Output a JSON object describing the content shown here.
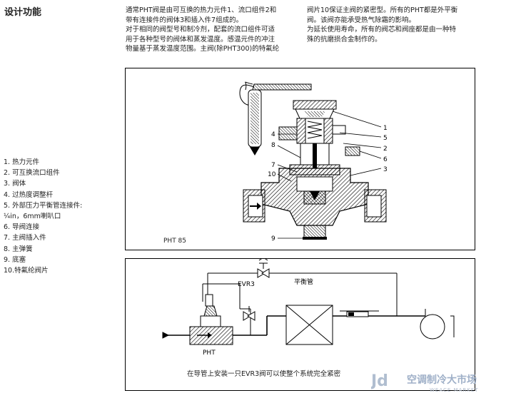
{
  "section_title": "设计功能",
  "intro_col1": [
    "通常PHT阀是由可互换的热力元件1、流口组件2和",
    "带有连接件的阀体3和插入件7组成的。",
    "对于相同的阀型号和制冷剂，配套的流口组件可适",
    "用于各种型号的阀体和蒸发温度。感温元件的冲注",
    "物量基于蒸发温度范围。主阀(除PHT300)的特氟纶"
  ],
  "intro_col2": [
    "阀片10保证主阀的紧密型。所有的PHT都是外平衡",
    "阀。该阀亦能承受热气除霜的影响。",
    "为延长使用寿命，所有的阀芯和阀座都是由一种特",
    "殊的抗磨损合金制作的。"
  ],
  "legend": [
    "1.  热力元件",
    "2.  可互换流口组件",
    "3.  阀体",
    "4.  过热度调整杆",
    "5.  外部压力平衡管连接件:",
    "     ¼in，6mm喇叭口",
    "6.  导阀连接",
    "7.  主阀插入件",
    "8.  主弹簧",
    "9.  底塞",
    "10.特氟纶阀片"
  ],
  "diagram1": {
    "caption": "PHT 85",
    "callouts_right": [
      "1",
      "5",
      "2",
      "6",
      "3"
    ],
    "callouts_left": [
      "4",
      "8",
      "7",
      "10"
    ],
    "callout_bottom": "9"
  },
  "diagram2": {
    "evr_label": "EVR3",
    "bypass_label": "平衡管",
    "valve_label": "PHT",
    "caption": "在导管上安装一只EVR3阀可以使整个系统完全紧密"
  },
  "watermark": {
    "text": "空调制冷大市场",
    "sub": "WEACE MARKET"
  }
}
